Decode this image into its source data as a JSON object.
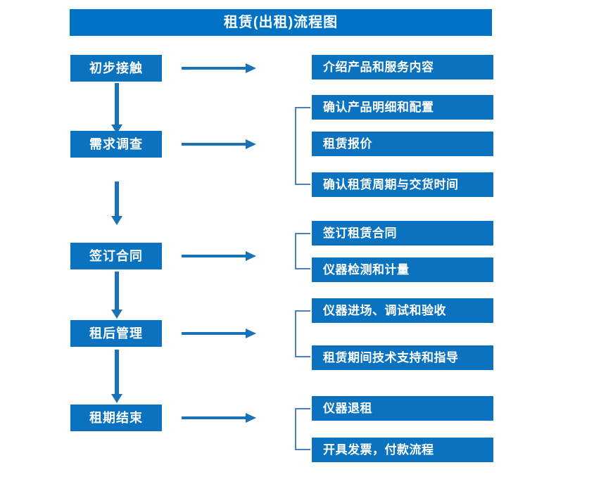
{
  "diagram": {
    "title": "租赁(出租)流程图",
    "colors": {
      "title_bar": "#0072C6",
      "box": "#0A72BE",
      "arrow": "#1772B8",
      "bracket": "#4B7FBE",
      "box_text": "#FFFFFF",
      "background": "#FFFFFF"
    },
    "stages": [
      {
        "id": "stage-1",
        "label": "初步接触",
        "details": [
          {
            "id": "detail-1-1",
            "label": "介绍产品和服务内容"
          }
        ]
      },
      {
        "id": "stage-2",
        "label": "需求调查",
        "details": [
          {
            "id": "detail-2-1",
            "label": "确认产品明细和配置"
          },
          {
            "id": "detail-2-2",
            "label": "租赁报价"
          },
          {
            "id": "detail-2-3",
            "label": "确认租赁周期与交货时间"
          }
        ]
      },
      {
        "id": "stage-3",
        "label": "签订合同",
        "details": [
          {
            "id": "detail-3-1",
            "label": "签订租赁合同"
          },
          {
            "id": "detail-3-2",
            "label": "仪器检测和计量"
          }
        ]
      },
      {
        "id": "stage-4",
        "label": "租后管理",
        "details": [
          {
            "id": "detail-4-1",
            "label": "仪器进场、调试和验收"
          },
          {
            "id": "detail-4-2",
            "label": "租赁期间技术支持和指导"
          }
        ]
      },
      {
        "id": "stage-5",
        "label": "租期结束",
        "details": [
          {
            "id": "detail-5-1",
            "label": "仪器退租"
          },
          {
            "id": "detail-5-2",
            "label": "开具发票，付款流程"
          }
        ]
      }
    ]
  }
}
